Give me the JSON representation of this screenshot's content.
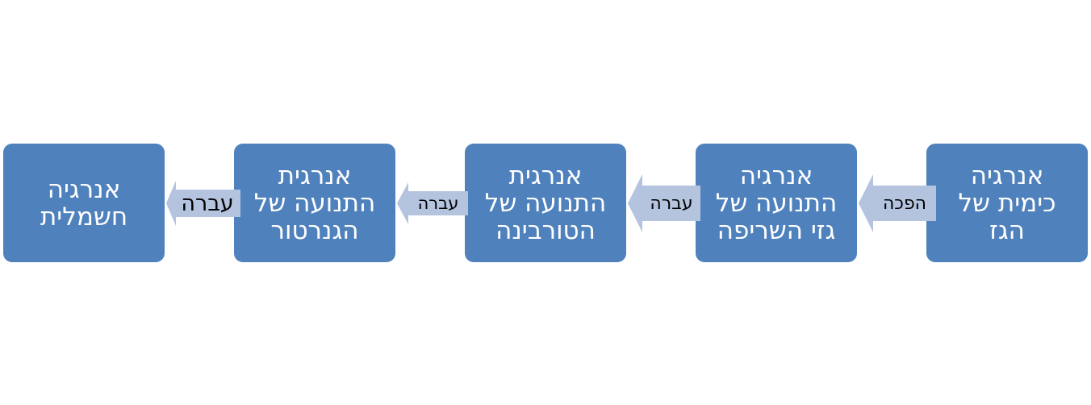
{
  "nodes": [
    {
      "lines": [
        "אנרגיה",
        "כימית של",
        "הגז"
      ]
    },
    {
      "lines": [
        "אנרגיה",
        "התנועה של",
        "גזי השריפה"
      ]
    },
    {
      "lines": [
        "אנרגית",
        "התנועה של",
        "הטורבינה"
      ]
    },
    {
      "lines": [
        "אנרגית",
        "התנועה של",
        "הגנרטור"
      ]
    },
    {
      "lines": [
        "אנרגיה",
        "חשמלית"
      ]
    }
  ],
  "arrows": [
    {
      "label": "הפכה"
    },
    {
      "label": "עברה"
    },
    {
      "label": "עברה"
    },
    {
      "label": "עברה"
    }
  ],
  "colors": {
    "box_fill": "#4f81bd",
    "box_text": "#ffffff",
    "arrow_fill": "#b4c3de",
    "arrow_text": "#000000"
  }
}
